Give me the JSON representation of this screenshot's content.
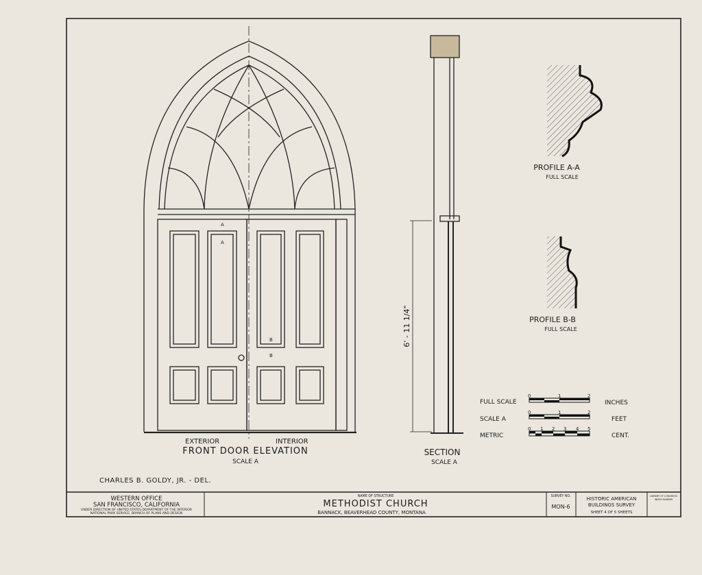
{
  "drawing": {
    "elevation": {
      "title": "FRONT DOOR ELEVATION",
      "scale": "SCALE A",
      "exterior": "EXTERIOR",
      "interior": "INTERIOR",
      "marks": [
        "A",
        "A",
        "B",
        "B"
      ]
    },
    "section": {
      "title": "SECTION",
      "scale": "SCALE A",
      "dimension": "6' - 11 1/4\""
    },
    "profile_a": {
      "title": "PROFILE  A-A",
      "scale": "FULL SCALE"
    },
    "profile_b": {
      "title": "PROFILE  B-B",
      "scale": "FULL SCALE"
    },
    "scales": [
      {
        "label": "FULL SCALE",
        "unit": "INCHES",
        "ticks": [
          "0",
          "1",
          "2"
        ]
      },
      {
        "label": "SCALE   A",
        "unit": "FEET",
        "ticks": [
          "0",
          "1",
          "2"
        ]
      },
      {
        "label": "METRIC",
        "unit": "CENT.",
        "ticks": [
          "0",
          "1",
          "2",
          "3",
          "4",
          "5"
        ]
      }
    ],
    "delineator": "CHARLES  B.  GOLDY,  JR. - DEL."
  },
  "title_block": {
    "office": "WESTERN  OFFICE",
    "city": "SAN FRANCISCO,  CALIFORNIA",
    "direction": "UNDER DIRECTION OF UNITED STATES DEPARTMENT OF THE INTERIOR",
    "service": "NATIONAL PARK SERVICE, BRANCH OF PLANS AND DESIGN",
    "name_label": "NAME OF STRUCTURE",
    "name": "METHODIST  CHURCH",
    "location": "BANNACK, BEAVERHEAD COUNTY, MONTANA",
    "survey_label": "SURVEY NO.",
    "survey_no": "MON-6",
    "habs1": "HISTORIC AMERICAN",
    "habs2": "BUILDINGS SURVEY",
    "sheet": "SHEET  4  OF  5  SHEETS",
    "loc1": "LIBRARY OF CONGRESS",
    "loc2": "INDEX NUMBER"
  }
}
